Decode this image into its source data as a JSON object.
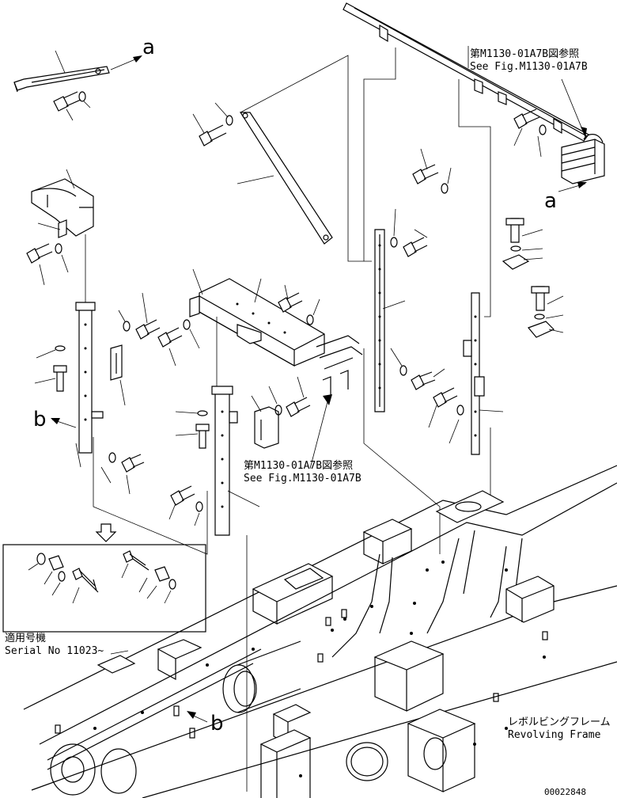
{
  "refs": {
    "top_right_jp": "第M1130-01A7B図参照",
    "top_right_en": "See Fig.M1130-01A7B",
    "center_jp": "第M1130-01A7B図参照",
    "center_en": "See Fig.M1130-01A7B"
  },
  "callouts": {
    "a_top": "a",
    "a_right": "a",
    "b_left": "b",
    "b_bottom": "b"
  },
  "serial": {
    "jp": "適用号機",
    "en": "Serial No 11023~"
  },
  "frame": {
    "jp": "レボルビングフレーム",
    "en": "Revolving Frame"
  },
  "drawing_number": "00022848"
}
